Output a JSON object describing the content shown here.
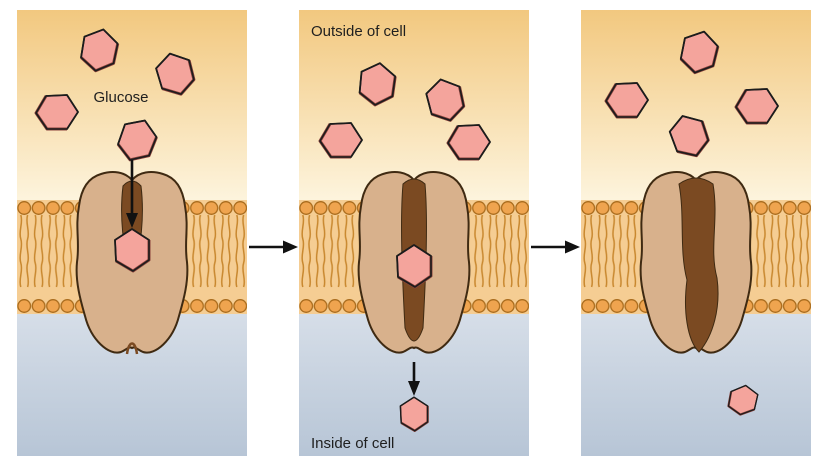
{
  "diagram": {
    "subject": "glucose-transport-across-cell-membrane",
    "step_count": 3
  },
  "labels": {
    "glucose": "Glucose",
    "outside_of_cell": "Outside of cell",
    "inside_of_cell": "Inside of cell"
  },
  "colors": {
    "outside_gradient_top": "#f2c87f",
    "outside_gradient_bottom": "#fdf4dd",
    "inside_gradient_top": "#d6dee8",
    "inside_gradient_bottom": "#b7c5d6",
    "membrane_fill": "#f5cd93",
    "lipid_head": "#efa44f",
    "lipid_head_outline": "#a96b1c",
    "lipid_tail": "#c8872e",
    "transporter_fill": "#d8b18c",
    "transporter_outline": "#3f2a12",
    "channel_fill": "#7b4a22",
    "glucose_fill": "#f4a49c",
    "glucose_outline": "#1c1c1c",
    "glucose_bevel": "#8a423c",
    "arrow_color": "#111111"
  },
  "panels": [
    {
      "id": "step-1",
      "glucose_outside_count": 4,
      "glucose_in_channel": true,
      "glucose_inside_count": 0
    },
    {
      "id": "step-2",
      "glucose_outside_count": 4,
      "glucose_in_channel": true,
      "glucose_inside_count": 1
    },
    {
      "id": "step-3",
      "glucose_outside_count": 4,
      "glucose_in_channel": false,
      "glucose_inside_count": 1
    }
  ]
}
